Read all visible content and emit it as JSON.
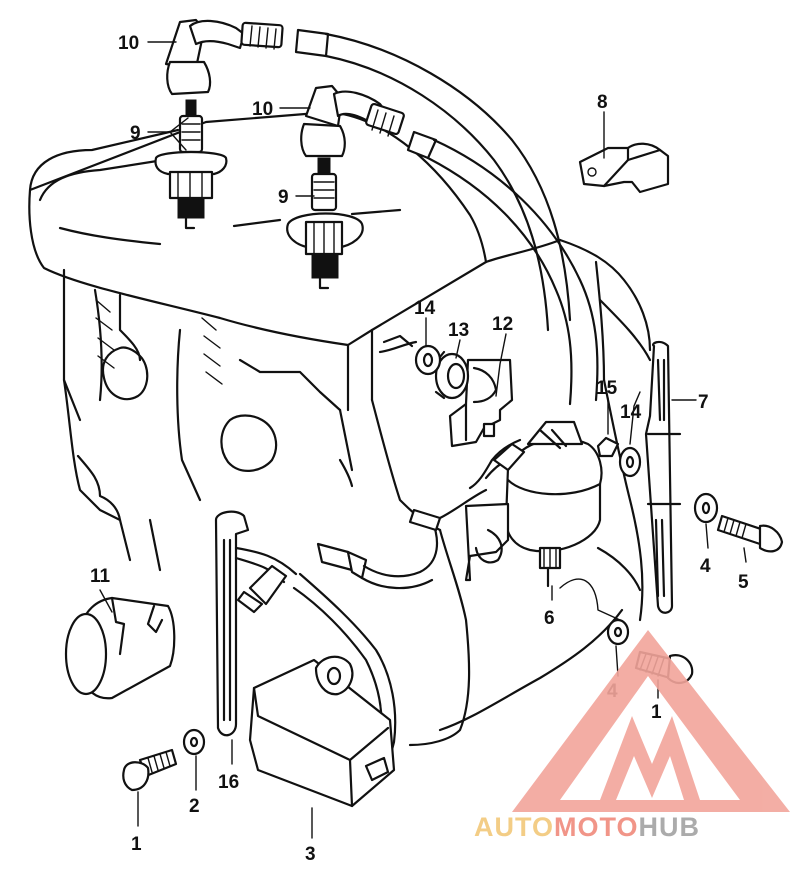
{
  "callouts": {
    "c1a": "1",
    "c1b": "1",
    "c2": "2",
    "c3": "3",
    "c4a": "4",
    "c4b": "4",
    "c5": "5",
    "c6": "6",
    "c7": "7",
    "c8": "8",
    "c9a": "9",
    "c9b": "9",
    "c10a": "10",
    "c10b": "10",
    "c11": "11",
    "c12": "12",
    "c13": "13",
    "c14a": "14",
    "c14b": "14",
    "c15": "15",
    "c16": "16"
  },
  "watermark": {
    "part1": "AUTO",
    "part2": "MOTO",
    "part3": "HUB",
    "color_auto": "#f2c87a",
    "color_moto": "#f08a7c",
    "color_hub": "#a3a3a3",
    "triangle_color": "#f2a59b"
  }
}
